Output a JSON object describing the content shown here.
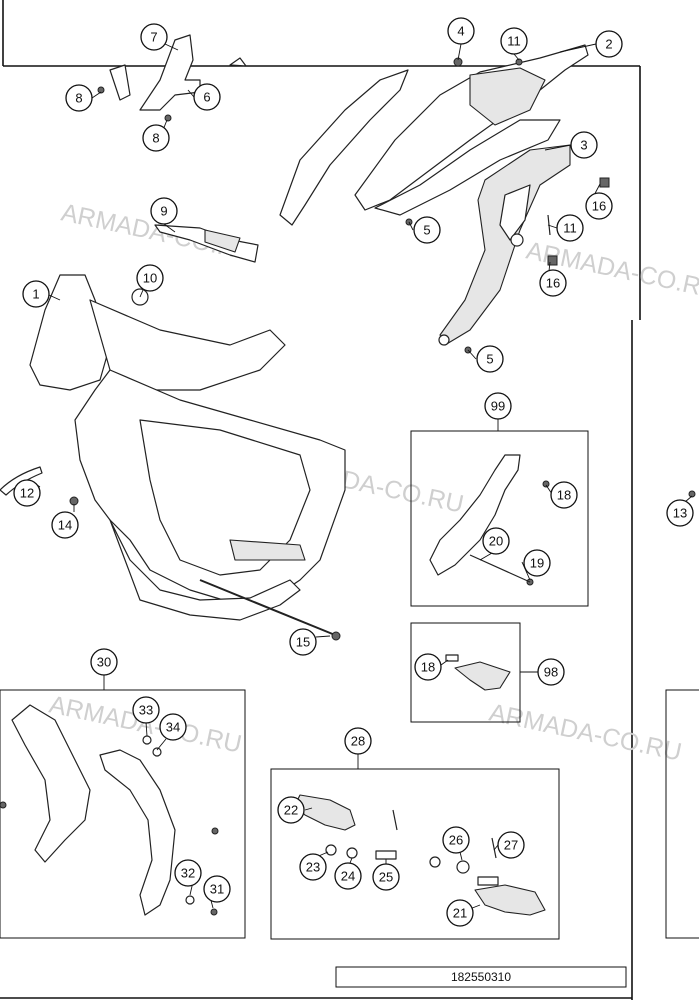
{
  "callouts": [
    {
      "id": "c1",
      "label": "1"
    },
    {
      "id": "c2",
      "label": "2"
    },
    {
      "id": "c3",
      "label": "3"
    },
    {
      "id": "c4",
      "label": "4"
    },
    {
      "id": "c5a",
      "label": "5"
    },
    {
      "id": "c5b",
      "label": "5"
    },
    {
      "id": "c6",
      "label": "6"
    },
    {
      "id": "c7",
      "label": "7"
    },
    {
      "id": "c8a",
      "label": "8"
    },
    {
      "id": "c8b",
      "label": "8"
    },
    {
      "id": "c9",
      "label": "9"
    },
    {
      "id": "c10",
      "label": "10"
    },
    {
      "id": "c11a",
      "label": "11"
    },
    {
      "id": "c11b",
      "label": "11"
    },
    {
      "id": "c12",
      "label": "12"
    },
    {
      "id": "c13",
      "label": "13"
    },
    {
      "id": "c14",
      "label": "14"
    },
    {
      "id": "c15",
      "label": "15"
    },
    {
      "id": "c16a",
      "label": "16"
    },
    {
      "id": "c16b",
      "label": "16"
    },
    {
      "id": "c18a",
      "label": "18"
    },
    {
      "id": "c18b",
      "label": "18"
    },
    {
      "id": "c19",
      "label": "19"
    },
    {
      "id": "c20",
      "label": "20"
    },
    {
      "id": "c21",
      "label": "21"
    },
    {
      "id": "c22",
      "label": "22"
    },
    {
      "id": "c23",
      "label": "23"
    },
    {
      "id": "c24",
      "label": "24"
    },
    {
      "id": "c25",
      "label": "25"
    },
    {
      "id": "c26",
      "label": "26"
    },
    {
      "id": "c27",
      "label": "27"
    },
    {
      "id": "c28",
      "label": "28"
    },
    {
      "id": "c30",
      "label": "30"
    },
    {
      "id": "c31",
      "label": "31"
    },
    {
      "id": "c32",
      "label": "32"
    },
    {
      "id": "c33",
      "label": "33"
    },
    {
      "id": "c34",
      "label": "34"
    },
    {
      "id": "c98",
      "label": "98"
    },
    {
      "id": "c99",
      "label": "99"
    }
  ],
  "watermark": "ARMADA-CO.RU",
  "diagram_code": "182550310"
}
